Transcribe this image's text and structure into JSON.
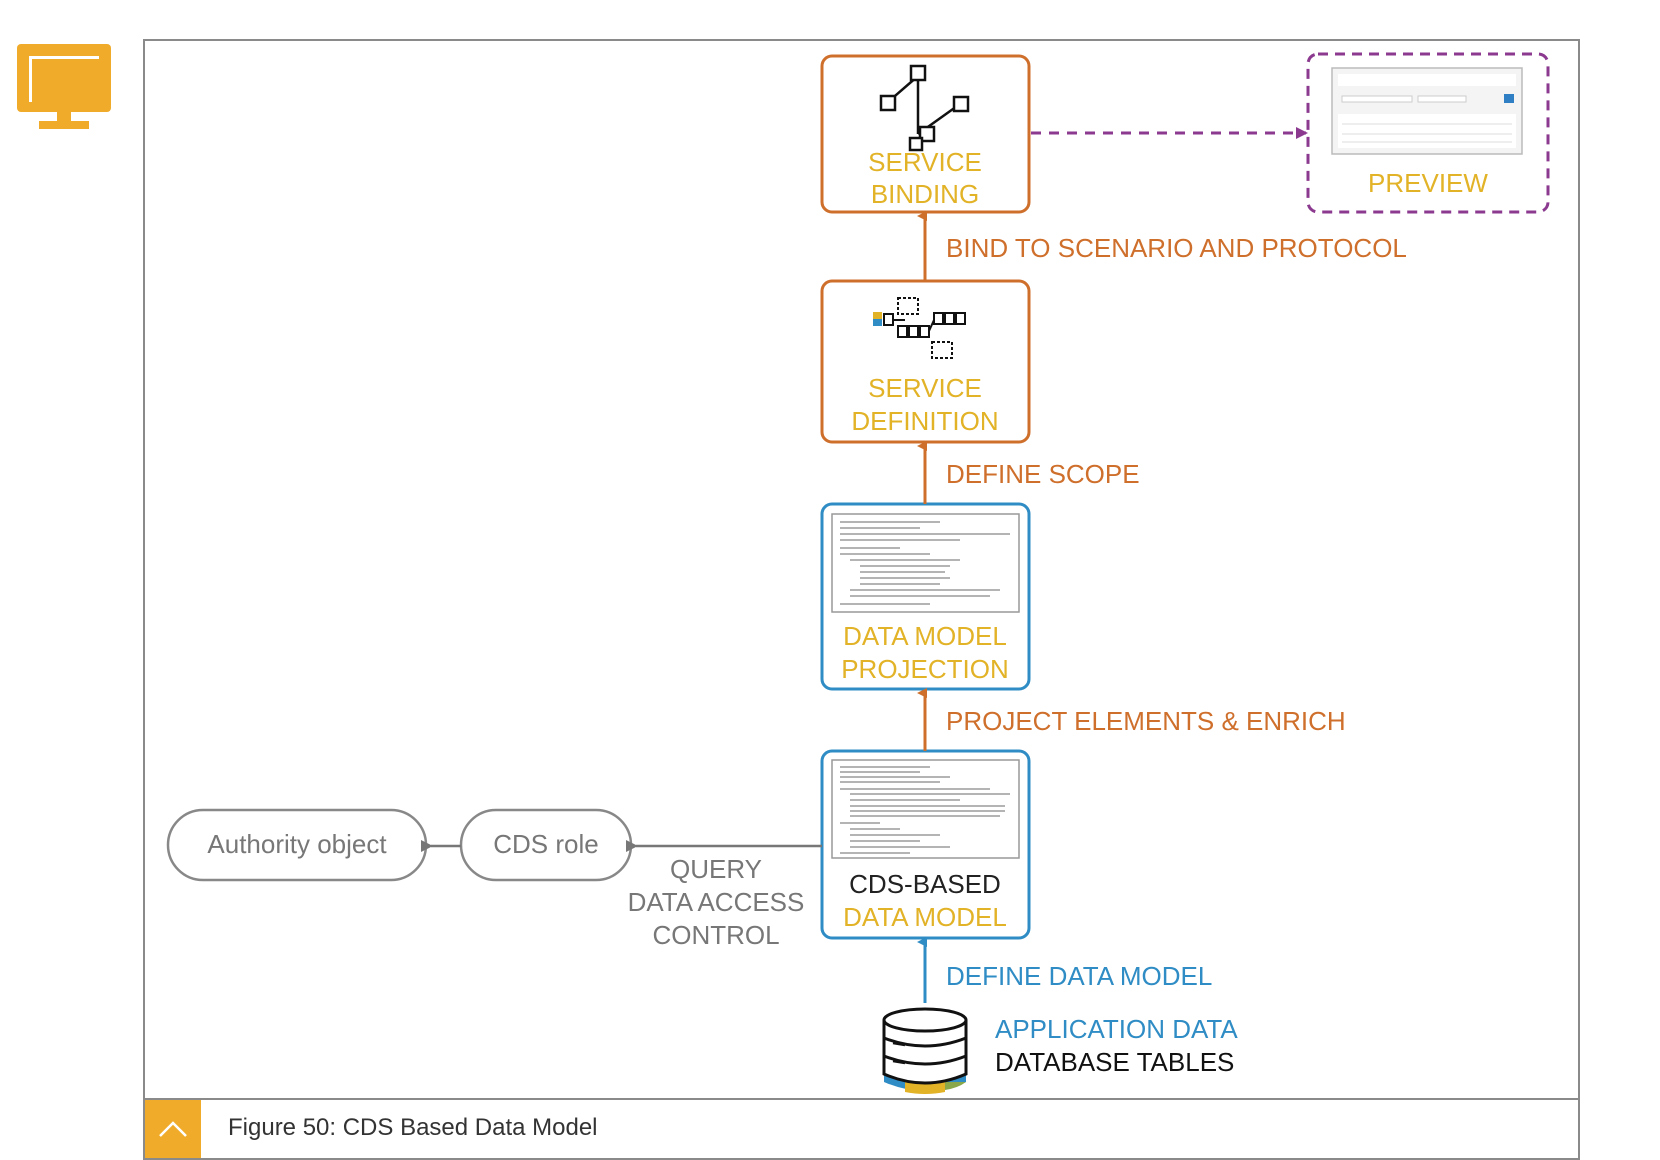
{
  "nodes": {
    "service_binding": [
      "SERVICE",
      "BINDING"
    ],
    "preview": "PREVIEW",
    "service_definition": [
      "SERVICE",
      "DEFINITION"
    ],
    "data_model_projection": [
      "DATA MODEL",
      "PROJECTION"
    ],
    "cds_data_model": [
      "CDS-BASED",
      "DATA MODEL"
    ],
    "cds_role": "CDS role",
    "authority_object": "Authority object",
    "application_data": [
      "APPLICATION DATA",
      "DATABASE TABLES"
    ]
  },
  "edges": {
    "bind": "BIND TO SCENARIO AND PROTOCOL",
    "define_scope": "DEFINE SCOPE",
    "project": "PROJECT ELEMENTS & ENRICH",
    "define_data_model": "DEFINE DATA MODEL",
    "access_control": [
      "QUERY",
      "DATA ACCESS",
      "CONTROL"
    ]
  },
  "caption": "Figure 50: CDS Based Data Model",
  "colors": {
    "orange": "#cf6f2c",
    "gold": "#e2b227",
    "blue": "#2f8cc4",
    "purple": "#8b3a8f",
    "gray": "#777777",
    "dark": "#222222"
  }
}
